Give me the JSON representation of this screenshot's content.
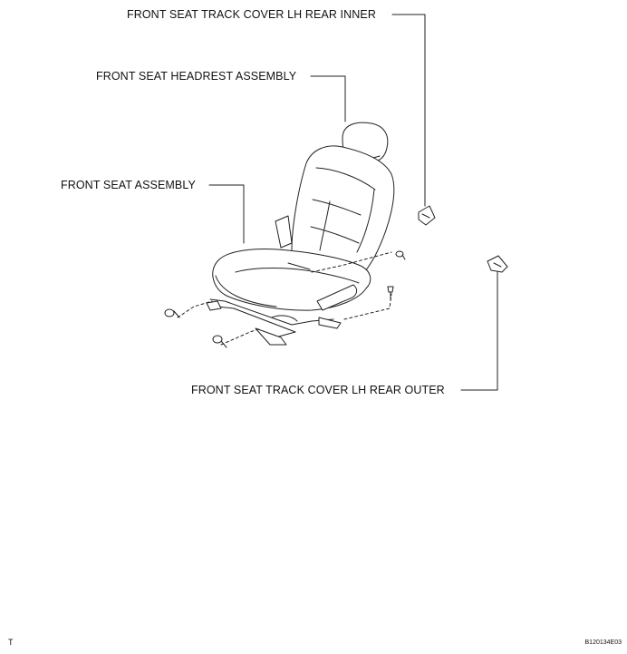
{
  "labels": {
    "track_cover_inner": "FRONT SEAT TRACK COVER LH REAR INNER",
    "headrest": "FRONT SEAT HEADREST ASSEMBLY",
    "seat": "FRONT SEAT ASSEMBLY",
    "track_cover_outer": "FRONT SEAT TRACK COVER LH REAR OUTER"
  },
  "corner": {
    "left": "T",
    "right": "B120134E03"
  }
}
